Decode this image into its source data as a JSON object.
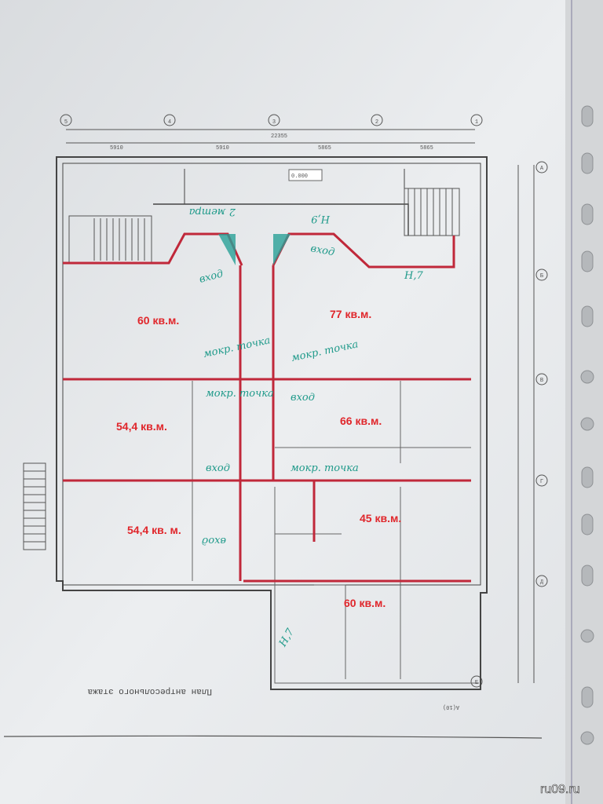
{
  "plan": {
    "caption": "План антресольного этажа",
    "axes_top": [
      "5",
      "4",
      "3",
      "2",
      "1"
    ],
    "axes_right": [
      "А",
      "Б",
      "В",
      "Г",
      "Д",
      "Е"
    ],
    "dims_top": [
      "22355",
      "5910",
      "5910",
      "5865",
      "5865"
    ],
    "level_mark": "0.000",
    "section_mark": "А(10)",
    "rooms": [
      {
        "label": "60 кв.м."
      },
      {
        "label": "77 кв.м."
      },
      {
        "label": "54,4 кв.м."
      },
      {
        "label": "66 кв.м."
      },
      {
        "label": "54,4 кв. м."
      },
      {
        "label": "45 кв.м."
      },
      {
        "label": "60 кв.м."
      }
    ],
    "notes": [
      "вход",
      "вход",
      "вход",
      "вход",
      "вход",
      "мокр. точка",
      "мокр. точка",
      "мокр. точка",
      "мокр. точка",
      "2 метра",
      "Н,9",
      "Н,7",
      "Н,7"
    ]
  },
  "watermark": "ru09.ru",
  "colors": {
    "partition": "#c0283a",
    "ink": "#1f9a8a",
    "area_label": "#e0262b"
  }
}
